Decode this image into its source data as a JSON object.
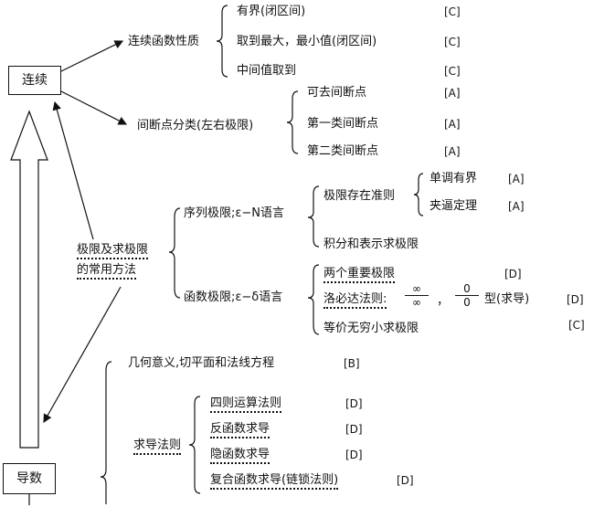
{
  "nodes": {
    "continuity": "连续",
    "derivative": "导数",
    "limit_line1": "极限及求极限",
    "limit_line2": "的常用方法"
  },
  "continuity_props": {
    "label": "连续函数性质",
    "items": [
      {
        "text": "有界(闭区间)",
        "grade": "[C]"
      },
      {
        "text": "取到最大，最小值(闭区间)",
        "grade": "[C]"
      },
      {
        "text": "中间值取到",
        "grade": "[C]"
      }
    ]
  },
  "discontinuity": {
    "label": "间断点分类(左右极限)",
    "items": [
      {
        "text": "可去间断点",
        "grade": "[A]"
      },
      {
        "text": "第一类间断点",
        "grade": "[A]"
      },
      {
        "text": "第二类间断点",
        "grade": "[A]"
      }
    ]
  },
  "sequence_limit": {
    "label": "序列极限;ε−N语言",
    "existence": "极限存在准则",
    "criteria": [
      {
        "text": "单调有界",
        "grade": "[A]"
      },
      {
        "text": "夹逼定理",
        "grade": "[A]"
      }
    ],
    "integral": "积分和表示求极限"
  },
  "function_limit": {
    "label": "函数极限;ε−δ语言",
    "important": {
      "text": "两个重要极限",
      "grade": "[D]"
    },
    "lhopital": {
      "text": "洛必达法则:",
      "frac1_num": "∞",
      "frac1_den": "∞",
      "sep": "，",
      "frac2_num": "0",
      "frac2_den": "0",
      "type": "型(求导)",
      "grade": "[D]"
    },
    "equivalent": {
      "text": "等价无穷小求极限",
      "grade": "[C]"
    }
  },
  "geometry": {
    "text": "几何意义,切平面和法线方程",
    "grade": "[B]"
  },
  "diff_rules": {
    "label": "求导法则",
    "items": [
      {
        "text": "四则运算法则",
        "grade": "[D]"
      },
      {
        "text": "反函数求导",
        "grade": "[D]"
      },
      {
        "text": "隐函数求导",
        "grade": "[D]"
      },
      {
        "text": "复合函数求导(链锁法则)",
        "grade": "[D]"
      }
    ]
  }
}
